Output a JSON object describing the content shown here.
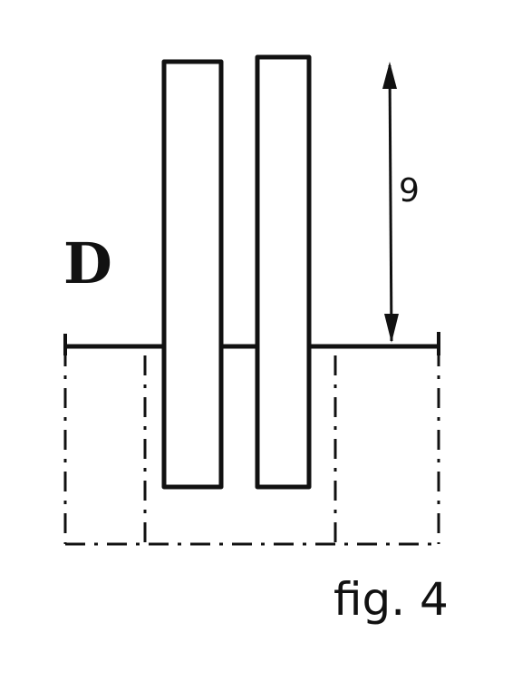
{
  "labels": {
    "dimension": "9",
    "region": "D",
    "caption": "fig. 4"
  },
  "colors": {
    "ink": "#111111",
    "background": "#ffffff"
  }
}
